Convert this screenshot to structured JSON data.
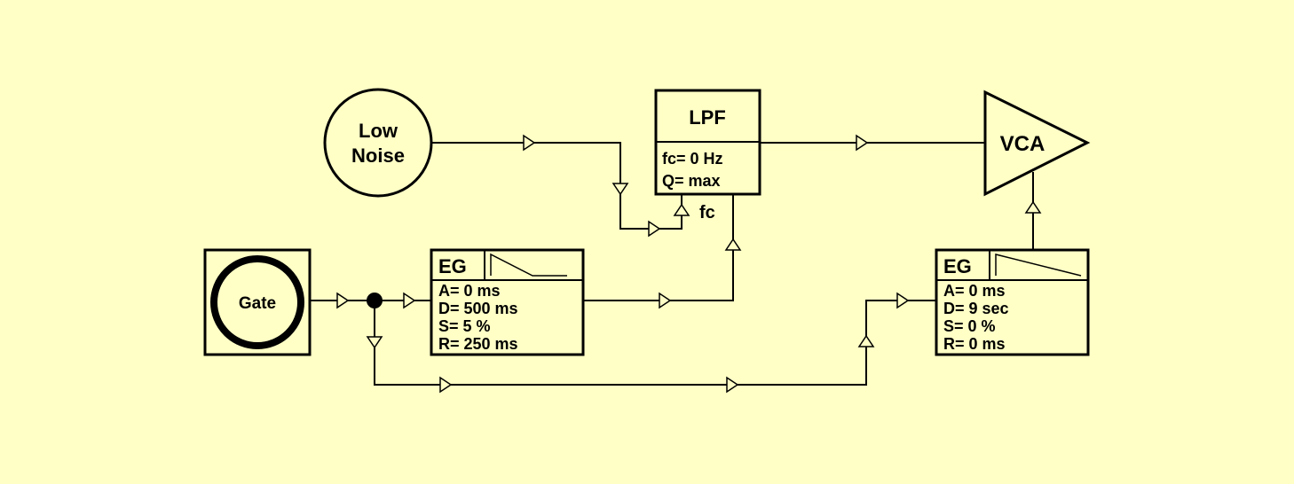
{
  "modules": {
    "noise": {
      "line1": "Low",
      "line2": "Noise"
    },
    "gate": {
      "label": "Gate"
    },
    "lpf": {
      "title": "LPF",
      "params": [
        "fc= 0 Hz",
        "Q= max"
      ],
      "fc_input_label": "fc"
    },
    "vca": {
      "label": "VCA"
    },
    "eg1": {
      "title": "EG",
      "params": [
        "A= 0 ms",
        "D= 500 ms",
        "S= 5 %",
        "R= 250 ms"
      ]
    },
    "eg2": {
      "title": "EG",
      "params": [
        "A= 0 ms",
        "D= 9 sec",
        "S= 0 %",
        "R= 0 ms"
      ]
    }
  },
  "colors": {
    "background": "#ffffc6",
    "line": "#000000"
  }
}
